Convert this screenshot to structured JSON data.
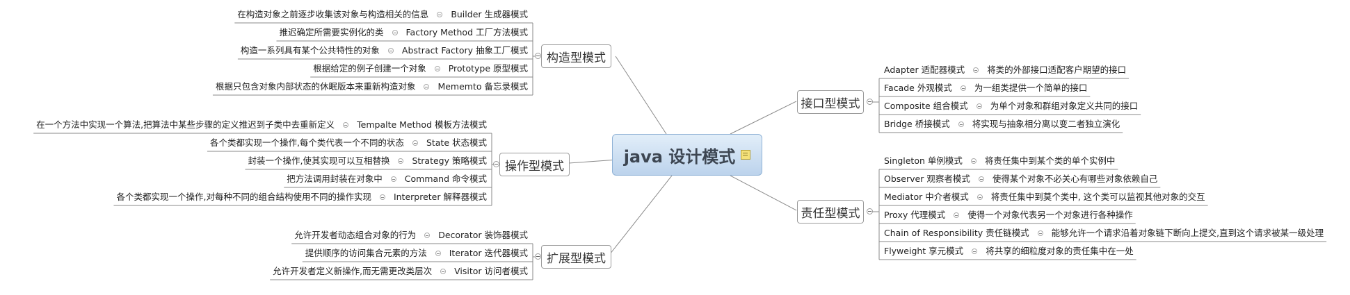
{
  "root": {
    "title": "java 设计模式",
    "note_icon": "note-icon"
  },
  "branches": {
    "creational": {
      "label": "构造型模式",
      "items": [
        {
          "pattern": "Builder 生成器模式",
          "desc": "在构造对象之前逐步收集该对象与构造相关的信息"
        },
        {
          "pattern": "Factory Method 工厂方法模式",
          "desc": "推迟确定所需要实例化的类"
        },
        {
          "pattern": "Abstract Factory 抽象工厂模式",
          "desc": "构造一系列具有某个公共特性的对象"
        },
        {
          "pattern": "Prototype 原型模式",
          "desc": "根据给定的例子创建一个对象"
        },
        {
          "pattern": "Mememto 备忘录模式",
          "desc": "根据只包含对象内部状态的休眠版本来重新构造对象"
        }
      ]
    },
    "operational": {
      "label": "操作型模式",
      "items": [
        {
          "pattern": "Tempalte Method 模板方法模式",
          "desc": "在一个方法中实现一个算法,把算法中某些步骤的定义推迟到子类中去重新定义"
        },
        {
          "pattern": "State 状态模式",
          "desc": "各个类都实现一个操作,每个类代表一个不同的状态"
        },
        {
          "pattern": "Strategy 策略模式",
          "desc": "封装一个操作,使其实现可以互相替换"
        },
        {
          "pattern": "Command 命令模式",
          "desc": "把方法调用封装在对象中"
        },
        {
          "pattern": "Interpreter 解释器模式",
          "desc": "各个类都实现一个操作,对每种不同的组合结构使用不同的操作实现"
        }
      ]
    },
    "extension": {
      "label": "扩展型模式",
      "items": [
        {
          "pattern": "Decorator 装饰器模式",
          "desc": "允许开发者动态组合对象的行为"
        },
        {
          "pattern": "Iterator 迭代器模式",
          "desc": "提供顺序的访问集合元素的方法"
        },
        {
          "pattern": "Visitor 访问者模式",
          "desc": "允许开发者定义新操作,而无需更改类层次"
        }
      ]
    },
    "interface": {
      "label": "接口型模式",
      "items": [
        {
          "pattern": "Adapter 适配器模式",
          "desc": "将类的外部接口适配客户期望的接口"
        },
        {
          "pattern": "Facade 外观模式",
          "desc": "为一组类提供一个简单的接口"
        },
        {
          "pattern": "Composite 组合模式",
          "desc": "为单个对象和群组对象定义共同的接口"
        },
        {
          "pattern": "Bridge 桥接模式",
          "desc": "将实现与抽象相分离以变二者独立演化"
        }
      ]
    },
    "responsibility": {
      "label": "责任型模式",
      "items": [
        {
          "pattern": "Singleton 单例模式",
          "desc": "将责任集中到某个类的单个实例中"
        },
        {
          "pattern": "Observer 观察者模式",
          "desc": "使得某个对象不必关心有哪些对象依赖自己"
        },
        {
          "pattern": "Mediator 中介者模式",
          "desc": "将责任集中到莫个类中, 这个类可以监视其他对象的交互"
        },
        {
          "pattern": "Proxy 代理模式",
          "desc": "使得一个对象代表另一个对象进行各种操作"
        },
        {
          "pattern": "Chain of Responsibility 责任链模式",
          "desc": "能够允许一个请求沿着对象链下断向上提交,直到这个请求被某一级处理"
        },
        {
          "pattern": "Flyweight 享元模式",
          "desc": "将共享的细粒度对象的责任集中在一处"
        }
      ]
    }
  }
}
